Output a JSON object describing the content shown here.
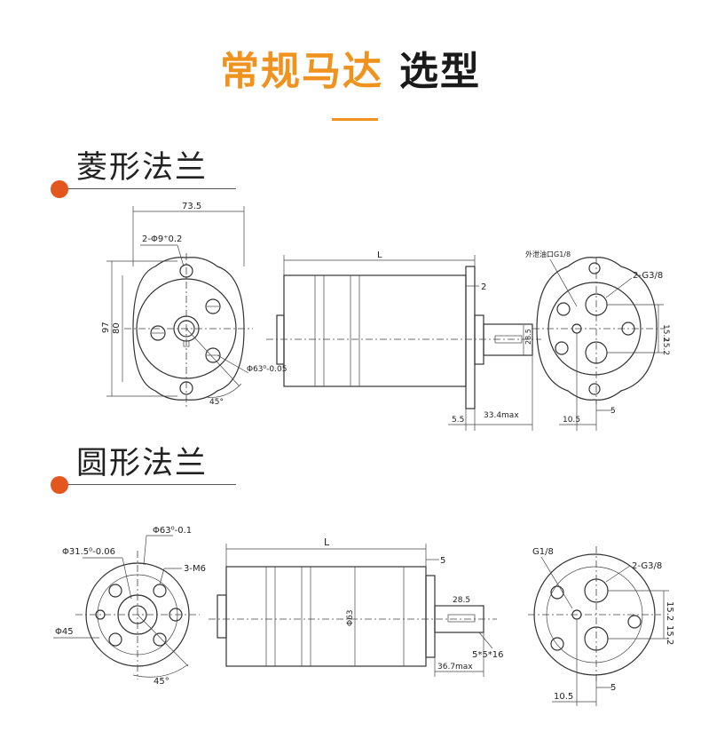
{
  "header": {
    "title_part1": "常规马达",
    "title_part2": "选型"
  },
  "sections": {
    "diamond": {
      "title": "菱形法兰",
      "dims": {
        "width_73_5": "73.5",
        "holes": "2-Φ9⁺0.2",
        "h97": "97",
        "h80": "80",
        "spigot": "Φ63⁰-0.05",
        "angle": "45°",
        "L": "L",
        "d2": "2",
        "d5_5": "5.5",
        "shaft_len": "33.4max",
        "d28_5": "28.5",
        "drain_port": "外泄油口G1/8",
        "ports": "2-G3/8",
        "p15_2a": "15.2",
        "p15_2b": "15.2",
        "d10_5": "10.5",
        "d5": "5"
      }
    },
    "round": {
      "title": "圆形法兰",
      "dims": {
        "d31_5": "Φ31.5⁰-0.06",
        "d63_tol": "Φ63⁰-0.1",
        "screws": "3-M6",
        "d45": "Φ45",
        "angle": "45°",
        "L": "L",
        "d5_top": "5",
        "d63": "Φ63",
        "d28_5": "28.5",
        "shaft_len": "36.7max",
        "key": "5*5*16",
        "port_g18": "G1/8",
        "ports": "2-G3/8",
        "p15_2a": "15.2",
        "p15_2b": "15.2",
        "d10_5": "10.5",
        "d5": "5"
      }
    }
  },
  "colors": {
    "accent_orange": "#f0921e",
    "dot_orange": "#e3561e",
    "line": "#333333"
  }
}
